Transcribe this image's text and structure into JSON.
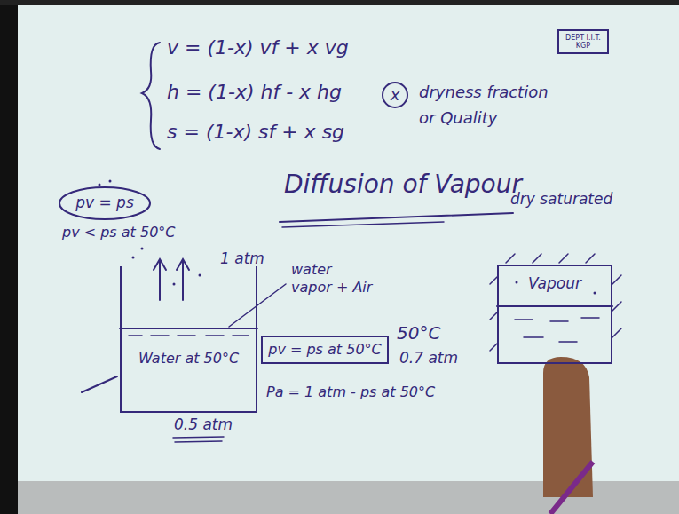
{
  "diagram": {
    "title": "Diffusion of Vapour",
    "nodes": [
      {
        "text": [
          "DEPT I.I.T. KGP"
        ]
      },
      {
        "text": [
          "x"
        ]
      },
      {
        "text": [
          "pv = ps"
        ]
      },
      {
        "text": [
          "Water at 50°C"
        ]
      },
      {
        "text": [
          "pv = ps at 50°C"
        ]
      },
      {
        "text": [
          "Vapour"
        ]
      }
    ],
    "labels": [
      "v = (1-x) vf + x vg",
      "h = (1-x) hf - x hg",
      "s = (1-x) sf + x sg",
      "dryness fraction or Quality",
      "pv < ps at 50°C",
      "1 atm",
      "water vapor + Air",
      "Pa = 1 atm - ps at 50°C",
      "0.5 atm",
      "50°C",
      "0.7 atm",
      "dry saturated"
    ]
  }
}
